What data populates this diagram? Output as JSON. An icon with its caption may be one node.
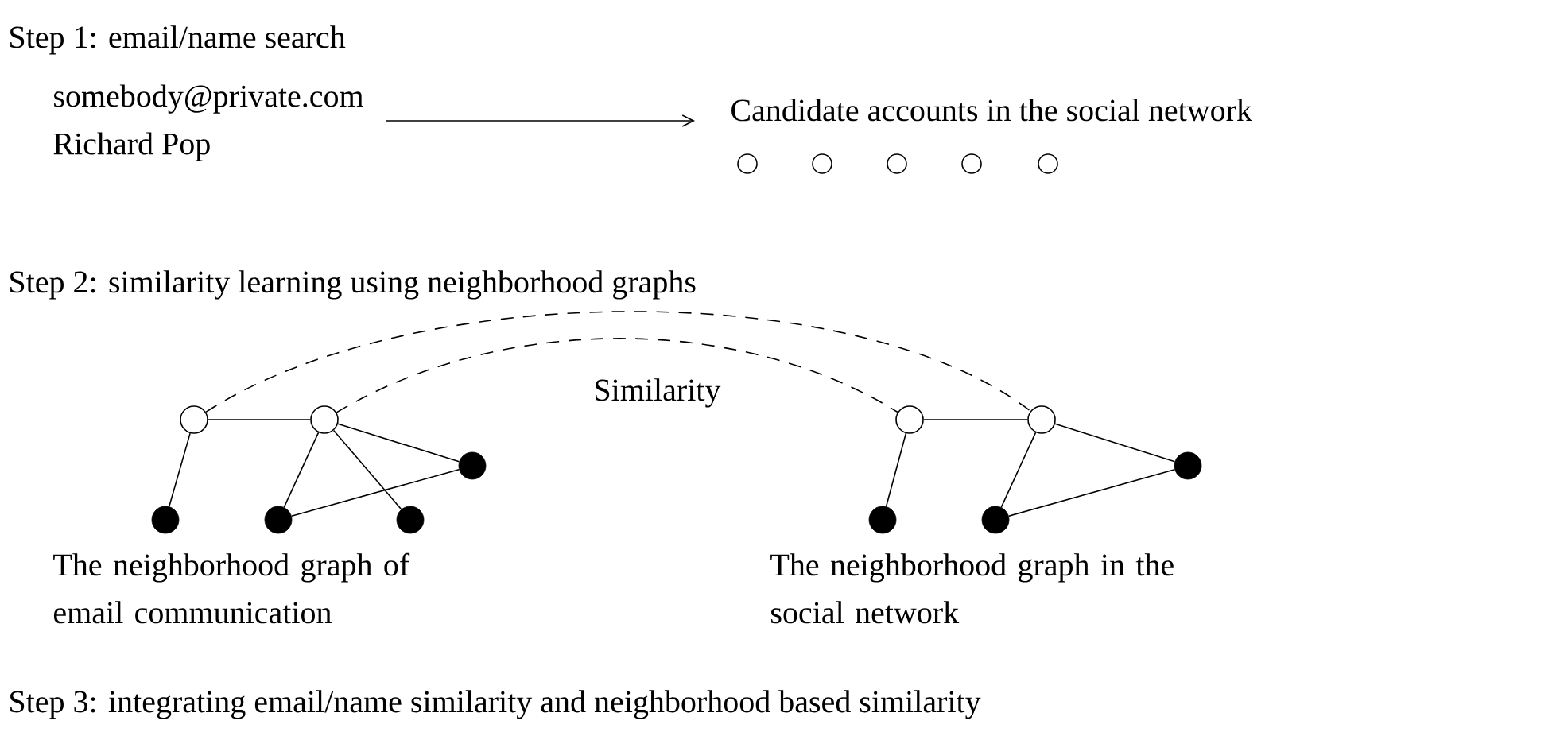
{
  "diagram": {
    "nodes": [
      {
        "text": [
          "somebody@private.com",
          "Richard Pop"
        ]
      },
      {
        "text": [
          "Candidate accounts in the social network"
        ]
      },
      {
        "text": [],
        "shape": "circle"
      },
      {
        "text": [],
        "shape": "circle"
      },
      {
        "text": [],
        "shape": "circle"
      },
      {
        "text": [],
        "shape": "circle"
      },
      {
        "text": [],
        "shape": "circle"
      },
      {
        "text": [],
        "shape": "circle"
      },
      {
        "text": [],
        "shape": "circle"
      },
      {
        "text": [],
        "shape": "dot"
      },
      {
        "text": [],
        "shape": "dot"
      },
      {
        "text": [],
        "shape": "dot"
      },
      {
        "text": [],
        "shape": "dot"
      },
      {
        "text": [],
        "shape": "circle"
      },
      {
        "text": [],
        "shape": "circle"
      },
      {
        "text": [],
        "shape": "dot"
      },
      {
        "text": [],
        "shape": "dot"
      },
      {
        "text": [],
        "shape": "dot"
      }
    ],
    "edges": [
      {
        "from": 0,
        "to": 1,
        "arrow": "to"
      },
      {
        "from": 7,
        "to": 8,
        "arrow": "none"
      },
      {
        "from": 7,
        "to": 9,
        "arrow": "none"
      },
      {
        "from": 8,
        "to": 10,
        "arrow": "none"
      },
      {
        "from": 8,
        "to": 11,
        "arrow": "none"
      },
      {
        "from": 8,
        "to": 12,
        "arrow": "none"
      },
      {
        "from": 10,
        "to": 12,
        "arrow": "none"
      },
      {
        "from": 13,
        "to": 14,
        "arrow": "none"
      },
      {
        "from": 13,
        "to": 15,
        "arrow": "none"
      },
      {
        "from": 14,
        "to": 16,
        "arrow": "none"
      },
      {
        "from": 14,
        "to": 17,
        "arrow": "none"
      },
      {
        "from": 16,
        "to": 17,
        "arrow": "none"
      },
      {
        "from": 7,
        "to": 14,
        "arrow": "none",
        "style": "dashed"
      },
      {
        "from": 8,
        "to": 13,
        "arrow": "none",
        "style": "dashed"
      }
    ],
    "labels": [
      "Step 1: email/name search",
      "Step 2: similarity learning using neighborhood graphs",
      "Similarity",
      "The neighborhood graph of email communication",
      "The neighborhood graph in the social network",
      "Step 3: integrating email/name similarity and neighborhood based similarity"
    ]
  }
}
